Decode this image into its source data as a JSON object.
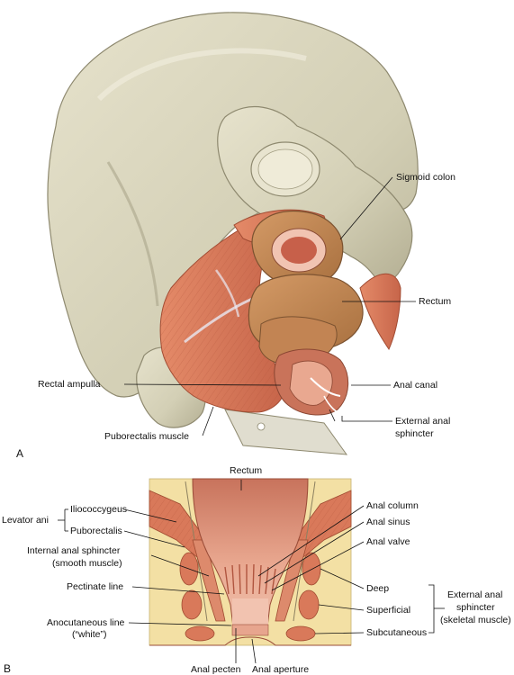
{
  "panel_a": {
    "letter": "A",
    "labels": {
      "sigmoid_colon": "Sigmoid colon",
      "rectum": "Rectum",
      "rectal_ampulla": "Rectal ampulla",
      "anal_canal": "Anal canal",
      "puborectalis_muscle": "Puborectalis muscle",
      "external_anal_l1": "External anal",
      "external_anal_l2": "sphincter"
    }
  },
  "panel_b": {
    "letter": "B",
    "labels": {
      "rectum": "Rectum",
      "levator_ani": "Levator ani",
      "iliococcygeus": "Iliococcygeus",
      "puborectalis": "Puborectalis",
      "internal_l1": "Internal anal sphincter",
      "internal_l2": "(smooth muscle)",
      "pectinate_line": "Pectinate line",
      "anocutaneous_l1": "Anocutaneous line",
      "anocutaneous_l2": "(“white”)",
      "anal_pecten": "Anal pecten",
      "anal_aperture": "Anal aperture",
      "anal_column": "Anal column",
      "anal_sinus": "Anal sinus",
      "anal_valve": "Anal valve",
      "deep": "Deep",
      "superficial": "Superficial",
      "subcutaneous": "Subcutaneous",
      "external_l1": "External anal",
      "external_l2": "sphincter",
      "external_l3": "(skeletal muscle)"
    }
  },
  "colors": {
    "bone": "#d9d5bf",
    "bone_shade": "#b8b397",
    "muscle": "#d9795a",
    "muscle_dark": "#b85a3e",
    "colon": "#c58a5a",
    "colon_dark": "#9b6a40",
    "fat": "#f3e0a4",
    "mucosa": "#e7a58e"
  }
}
